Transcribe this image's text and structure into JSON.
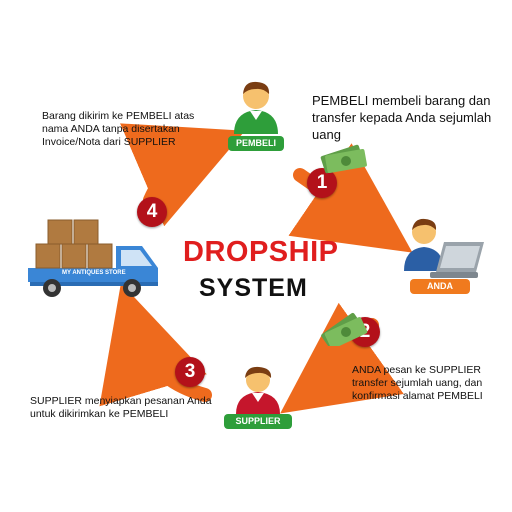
{
  "title": {
    "line1": "DROPSHIP",
    "line2": "SYSTEM"
  },
  "actors": {
    "pembeli": {
      "label": "PEMBELI",
      "color": "#2e9e3a"
    },
    "anda": {
      "label": "ANDA",
      "color": "#f07a1e"
    },
    "supplier": {
      "label": "SUPPLIER",
      "color": "#2e9e3a"
    }
  },
  "steps": [
    {
      "number": "1",
      "text": "PEMBELI membeli barang dan transfer kepada Anda sejumlah uang"
    },
    {
      "number": "2",
      "text": "ANDA pesan ke SUPPLIER transfer sejumlah uang, dan konfirmasi alamat PEMBELI"
    },
    {
      "number": "3",
      "text": "SUPPLIER menyiapkan pesanan Anda untuk dikirimkan ke PEMBELI"
    },
    {
      "number": "4",
      "text": "Barang dikirim ke PEMBELI atas nama ANDA tanpa disertakan Invoice/Nota dari SUPPLIER"
    }
  ],
  "truck": {
    "side_text": "MY ANTIQUES STORE"
  },
  "colors": {
    "arrow": "#ee6a1d",
    "step_circle": "#b3111a",
    "title_red": "#e01e1e",
    "money": "#6aa84f"
  },
  "icons": [
    "person-icon",
    "laptop-icon",
    "money-icon",
    "truck-icon",
    "box-icon",
    "arrow-icon"
  ]
}
